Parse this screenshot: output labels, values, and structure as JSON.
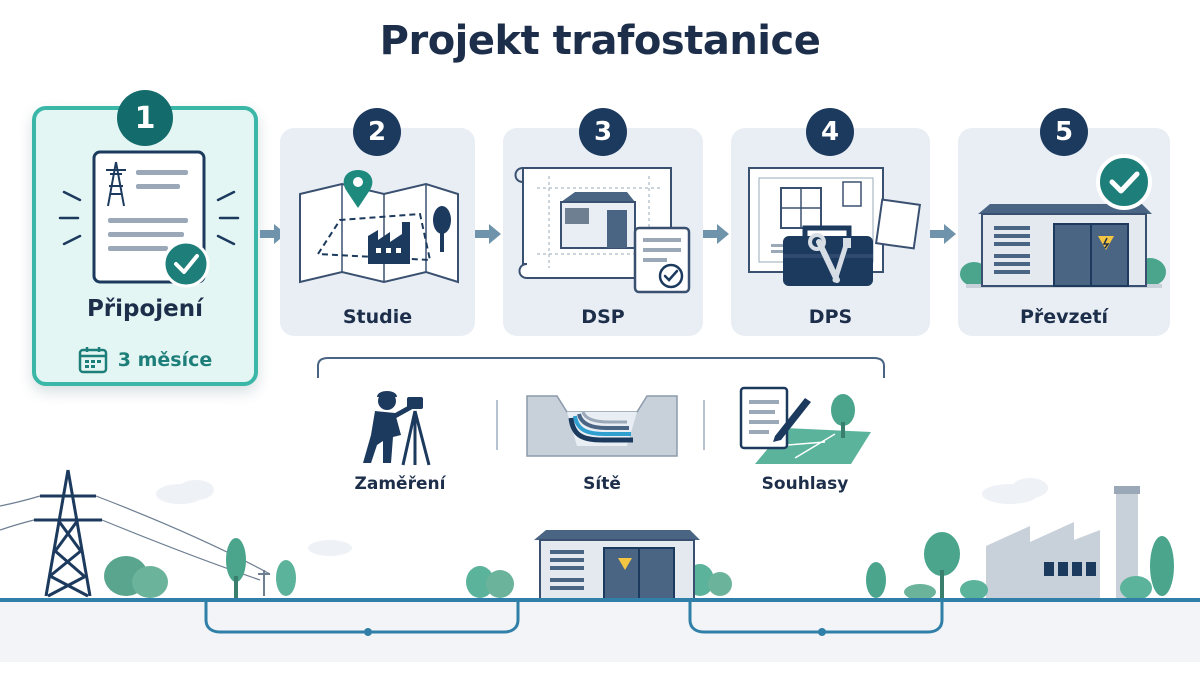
{
  "title": "Projekt trafostanice",
  "steps": [
    {
      "number": "1",
      "label": "Připojení",
      "duration": "3 měsíce",
      "active": true
    },
    {
      "number": "2",
      "label": "Studie"
    },
    {
      "number": "3",
      "label": "DSP"
    },
    {
      "number": "4",
      "label": "DPS"
    },
    {
      "number": "5",
      "label": "Převzetí"
    }
  ],
  "sub_activities": [
    {
      "label": "Zaměření",
      "icon": "surveyor-icon"
    },
    {
      "label": "Sítě",
      "icon": "utility-trench-icon"
    },
    {
      "label": "Souhlasy",
      "icon": "document-approval-icon"
    }
  ],
  "colors": {
    "navy": "#1c3a5e",
    "teal": "#146b6b",
    "accent_teal": "#3bb7a8",
    "card_bg": "#e9eef5",
    "active_bg": "#e3f6f3",
    "tree_green": "#4aa58c",
    "cable_blue": "#2f7fa8"
  }
}
